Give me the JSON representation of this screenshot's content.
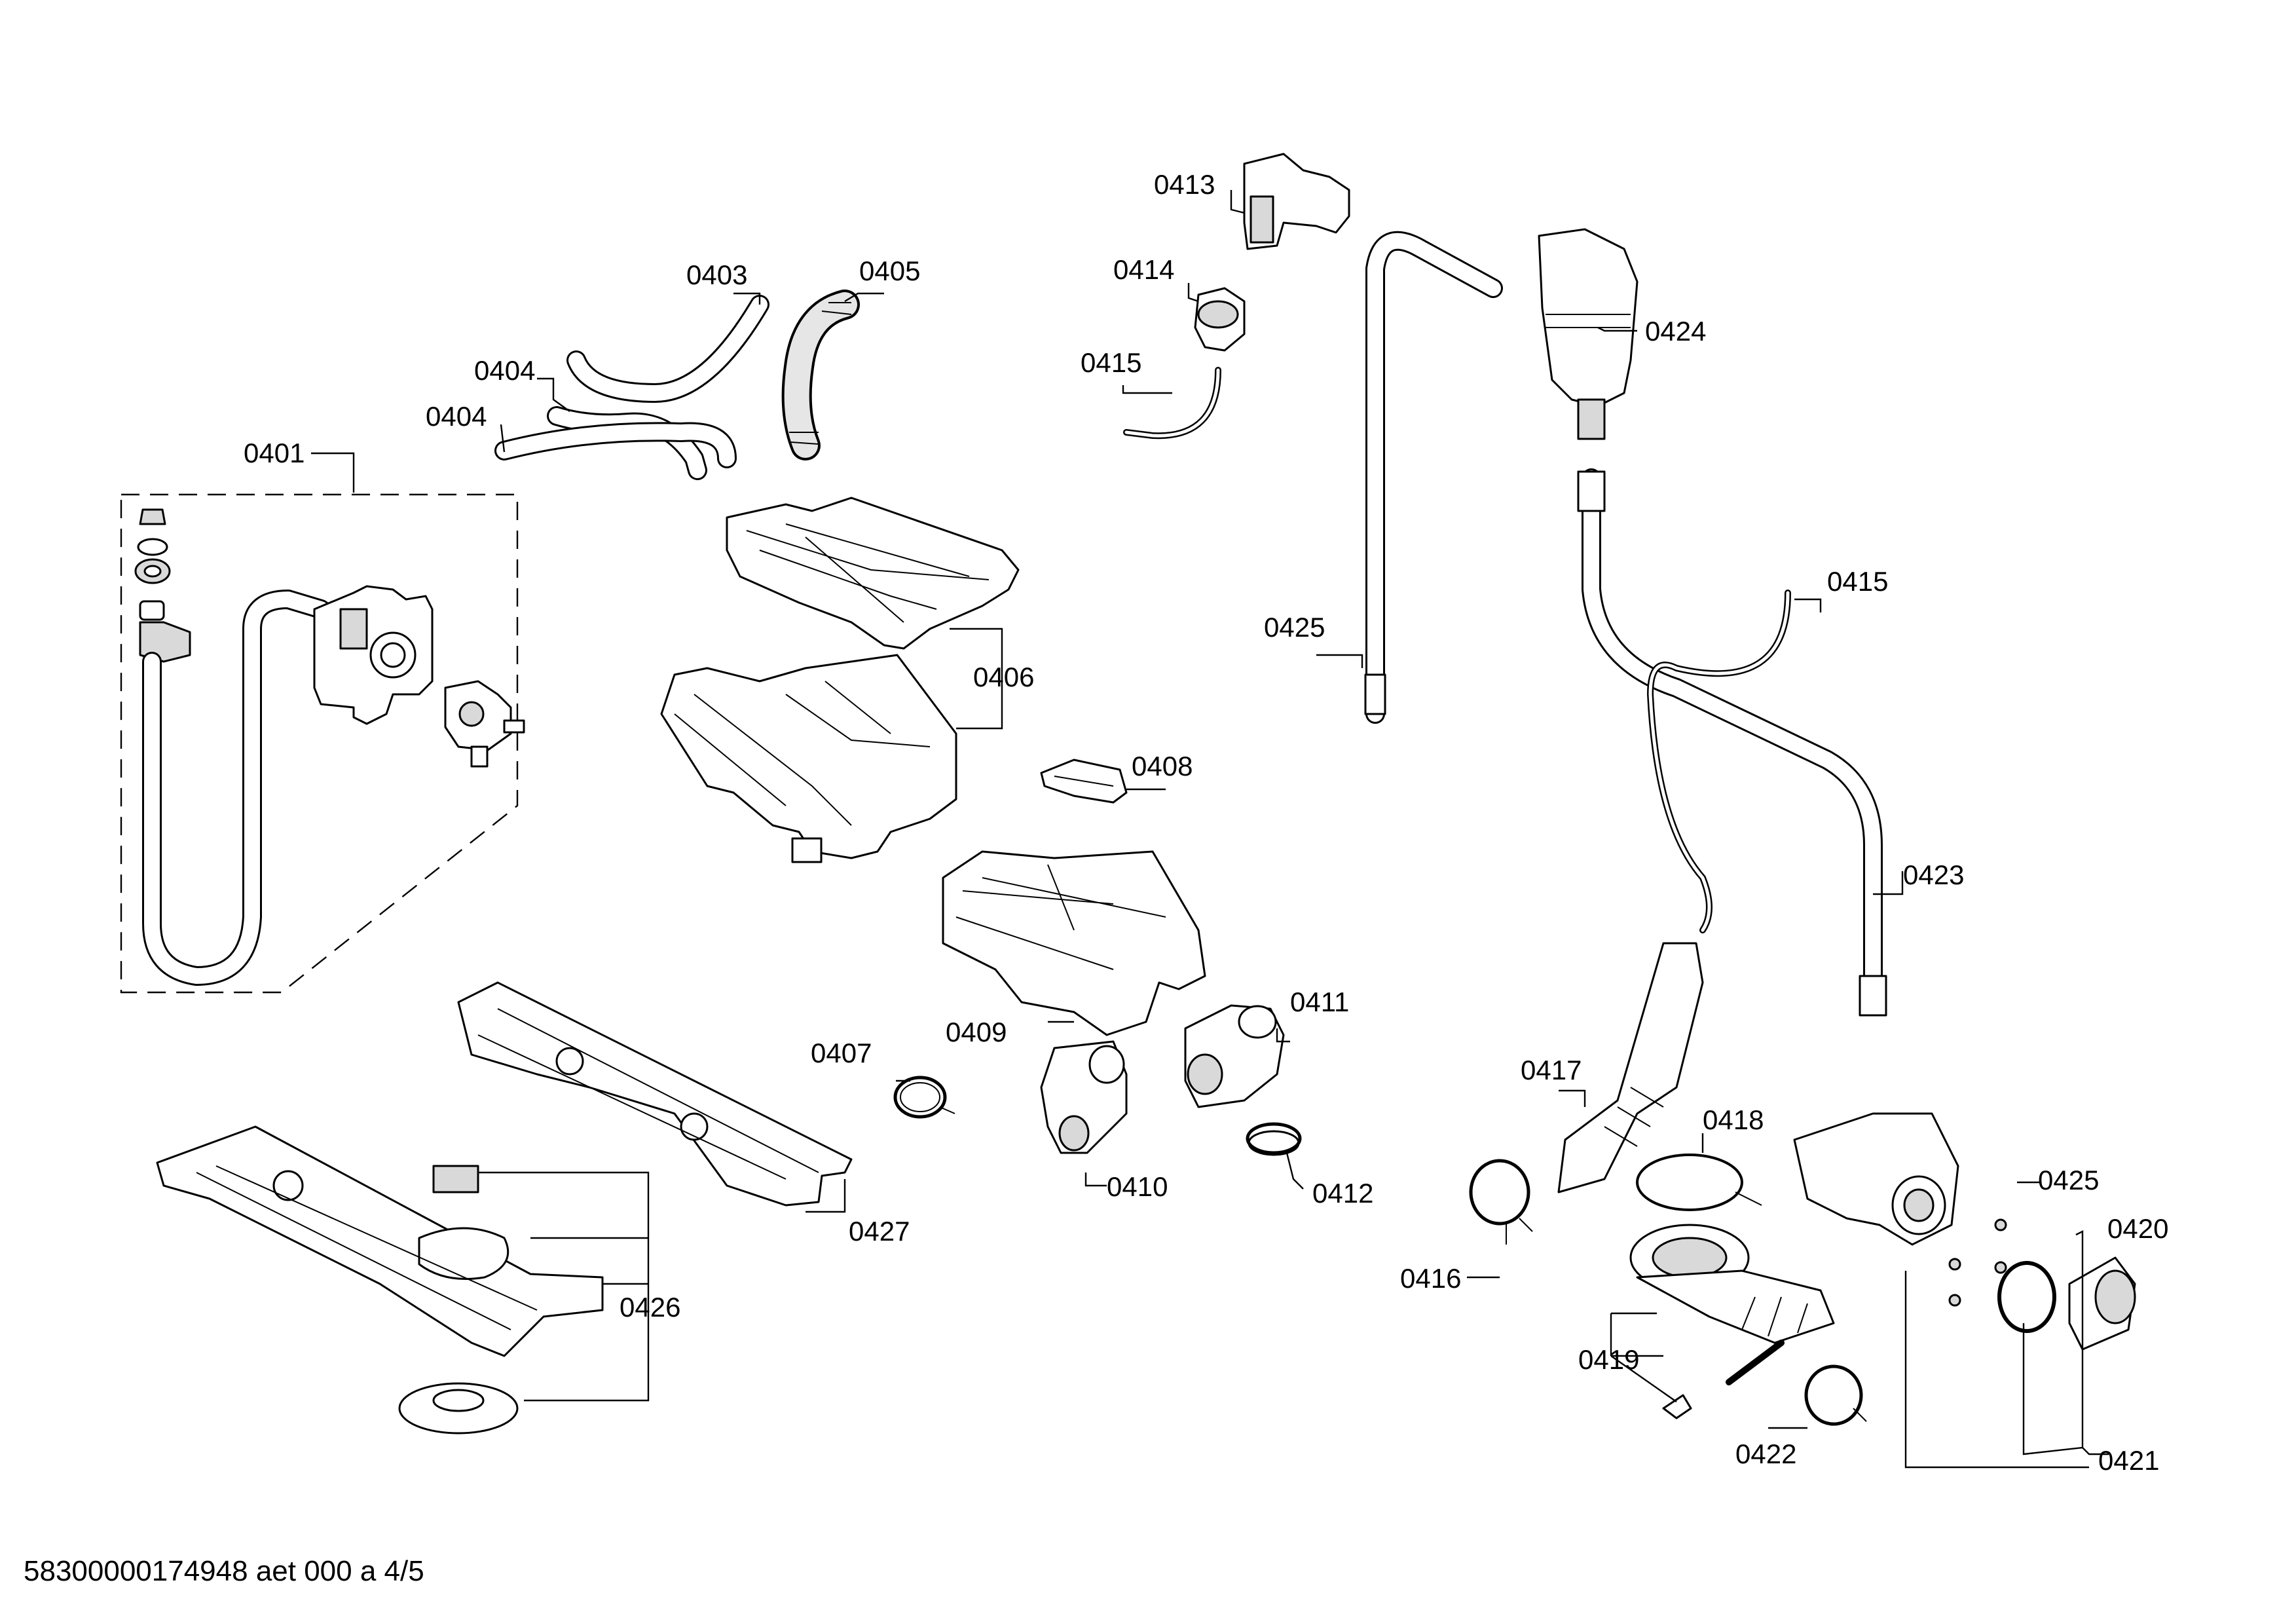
{
  "labels": {
    "p0401": "0401",
    "p0403": "0403",
    "p0404a": "0404",
    "p0404b": "0404",
    "p0405": "0405",
    "p0406": "0406",
    "p0407": "0407",
    "p0408": "0408",
    "p0409": "0409",
    "p0410": "0410",
    "p0411": "0411",
    "p0412": "0412",
    "p0413": "0413",
    "p0414": "0414",
    "p0415a": "0415",
    "p0415b": "0415",
    "p0416": "0416",
    "p0417": "0417",
    "p0418": "0418",
    "p0419": "0419",
    "p0420": "0420",
    "p0421": "0421",
    "p0422": "0422",
    "p0423": "0423",
    "p0424": "0424",
    "p0425a": "0425",
    "p0425b": "0425",
    "p0426": "0426",
    "p0427": "0427"
  },
  "footer": "58300000174948 aet 000 a 4/5"
}
